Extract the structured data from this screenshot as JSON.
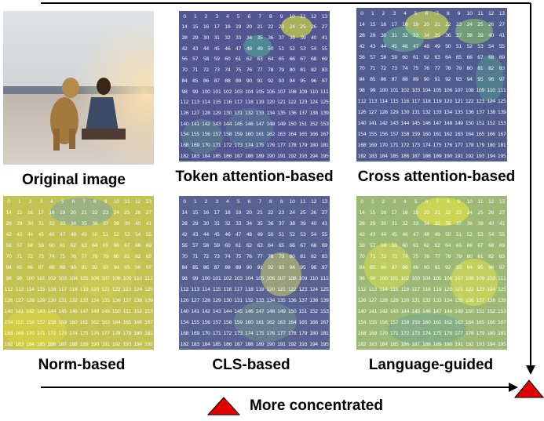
{
  "captions": {
    "original": "Original image",
    "token": "Token attention-based",
    "cross": "Cross attention-based",
    "norm": "Norm-based",
    "cls": "CLS-based",
    "language": "Language-guided"
  },
  "legend": {
    "label": "More concentrated",
    "marker_color": "#e00000"
  },
  "token_grid": {
    "rows": 14,
    "cols": 14,
    "first_index": 0
  },
  "colors": {
    "viridis_purple": "#46327e",
    "viridis_teal": "#2a9d8f",
    "viridis_yellow": "#e6e12a",
    "arrow": "#000000"
  }
}
